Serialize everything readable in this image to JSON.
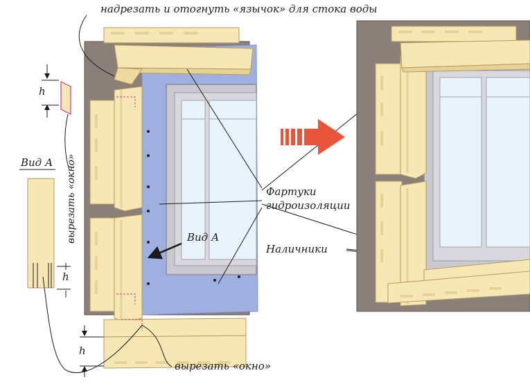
{
  "labels": {
    "top_instruction": "надрезать и отогнуть «язычок» для стока воды",
    "view_a_title": "Вид А",
    "view_a_arrow": "Вид А",
    "flashing_line1": "Фартуки",
    "flashing_line2": "гидроизоляции",
    "trims": "Наличники",
    "cut_window_vertical": "вырезать «окно»",
    "cut_window_bottom": "вырезать «окно»",
    "dim_h": "h"
  },
  "colors": {
    "wall": "#8a8079",
    "wall_dark": "#6f655e",
    "membrane": "#9fb0e0",
    "membrane_dark": "#7d90cc",
    "profile": "#f7e7b5",
    "profile_shadow": "#e6d197",
    "profile_edge": "#b39c5d",
    "frame": "#c9c9cf",
    "frame_dark": "#9a9aa3",
    "glass": "#e9f3fb",
    "arrow": "#e8553b",
    "cut_edge": "#cf3c8f",
    "ink": "#1a1a1a"
  }
}
